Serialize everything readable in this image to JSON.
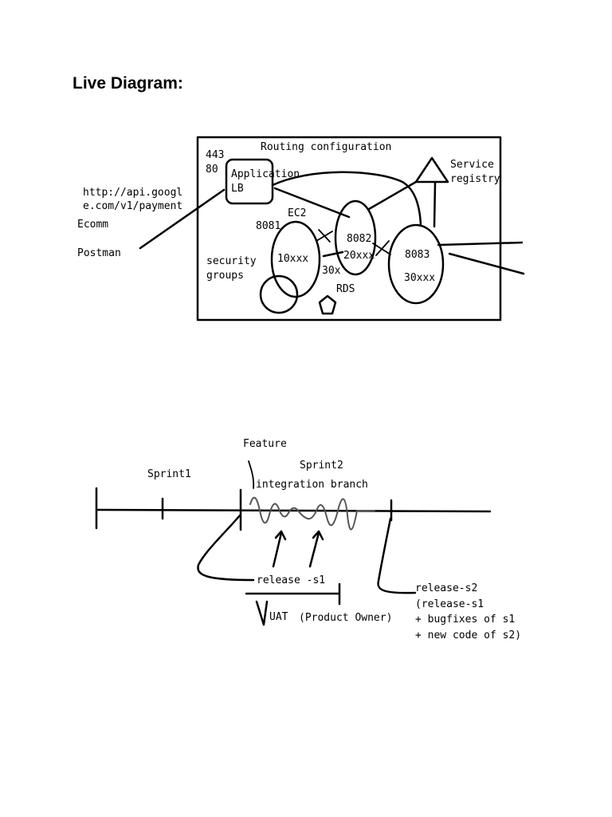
{
  "page": {
    "title": "Live Diagram:"
  },
  "architecture": {
    "box_title": "Routing configuration",
    "ports_external": [
      "443",
      "80"
    ],
    "url_lines": [
      "http://api.googl",
      "e.com/v1/payment"
    ],
    "clients": [
      "Ecomm",
      "Postman"
    ],
    "load_balancer": [
      "Application",
      "LB"
    ],
    "service_registry": [
      "Service",
      "registry"
    ],
    "ec2_label": "EC2",
    "security_groups": [
      "security",
      "groups"
    ],
    "rds_label": "RDS",
    "service_nodes": [
      {
        "port": "8081",
        "range": "10xxx"
      },
      {
        "port": "8082",
        "range": "20xxx"
      },
      {
        "port": "8083",
        "range": "30xxx"
      }
    ],
    "misc_label": "30x"
  },
  "timeline": {
    "feature_label": "Feature",
    "sprint1_label": "Sprint1",
    "sprint2_label": "Sprint2",
    "integration_label": "integration branch",
    "release_s1_label": "release -s1",
    "uat_label": "UAT",
    "product_owner_label": "(Product Owner)",
    "release_s2_lines": [
      "release-s2",
      "(release-s1",
      "+ bugfixes of s1",
      "+ new code of s2)"
    ]
  }
}
